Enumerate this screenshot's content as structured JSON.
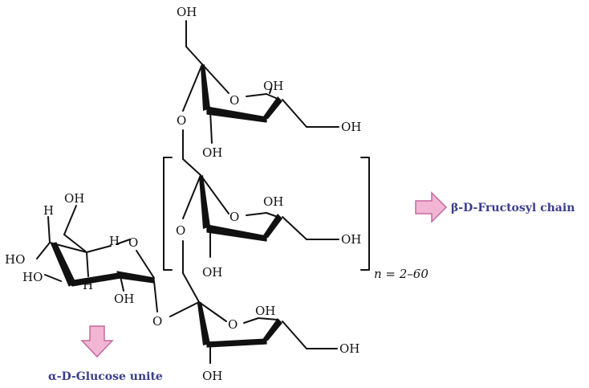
{
  "atoms": {
    "oh": "OH",
    "ho": "HO",
    "o": "O",
    "h": "H"
  },
  "repeat_label": "n = 2–60",
  "fructosyl_label": "β-D-Fructosyl chain",
  "glucose_label": "α-D-Glucose unite",
  "colors": {
    "arrow_fill": "#f2b5d4",
    "arrow_stroke": "#c46a9c",
    "caption": "#3b3d8c",
    "bond": "#111111"
  }
}
